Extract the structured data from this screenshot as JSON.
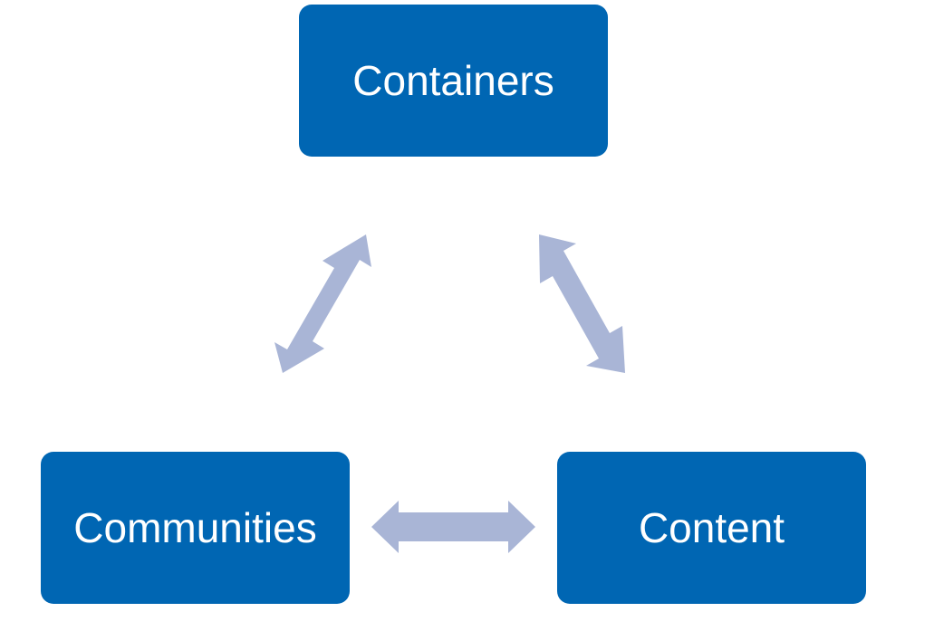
{
  "diagram": {
    "nodes": {
      "top": "Containers",
      "left": "Communities",
      "right": "Content"
    },
    "colors": {
      "node_fill": "#0066B3",
      "node_text": "#FFFFFF",
      "arrow_fill": "#A9B5D6",
      "background": "#FFFFFF"
    },
    "connectors": [
      "top-left",
      "top-right",
      "left-right"
    ],
    "connector_style": "double-headed-arrow"
  }
}
